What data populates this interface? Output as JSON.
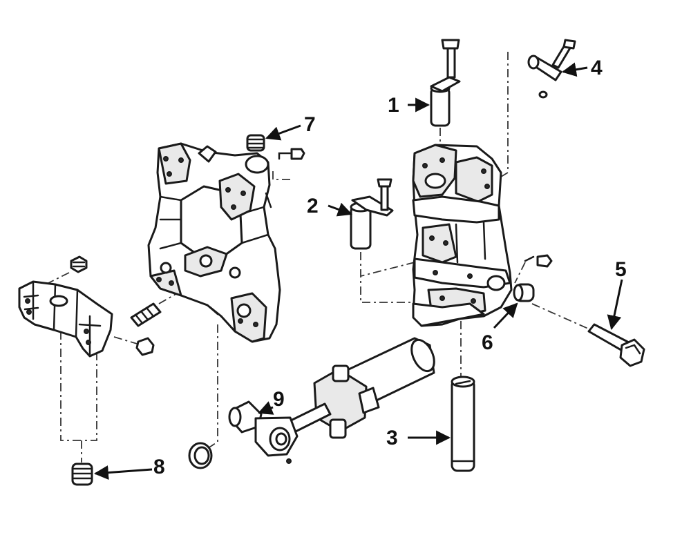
{
  "callouts": [
    {
      "id": "1",
      "label": "1",
      "part": "pivot-pin-top"
    },
    {
      "id": "2",
      "label": "2",
      "part": "pivot-pin-middle"
    },
    {
      "id": "3",
      "label": "3",
      "part": "long-pin-bottom"
    },
    {
      "id": "4",
      "label": "4",
      "part": "small-pin-with-bolt"
    },
    {
      "id": "5",
      "label": "5",
      "part": "hex-bolt"
    },
    {
      "id": "6",
      "label": "6",
      "part": "bushing"
    },
    {
      "id": "7",
      "label": "7",
      "part": "grease-fitting-top"
    },
    {
      "id": "8",
      "label": "8",
      "part": "grease-fitting-bottom"
    },
    {
      "id": "9",
      "label": "9",
      "part": "hydraulic-cylinder"
    }
  ],
  "colors": {
    "ink": "#1a1a1a",
    "background": "#ffffff",
    "shade": "#e9e9e9"
  }
}
